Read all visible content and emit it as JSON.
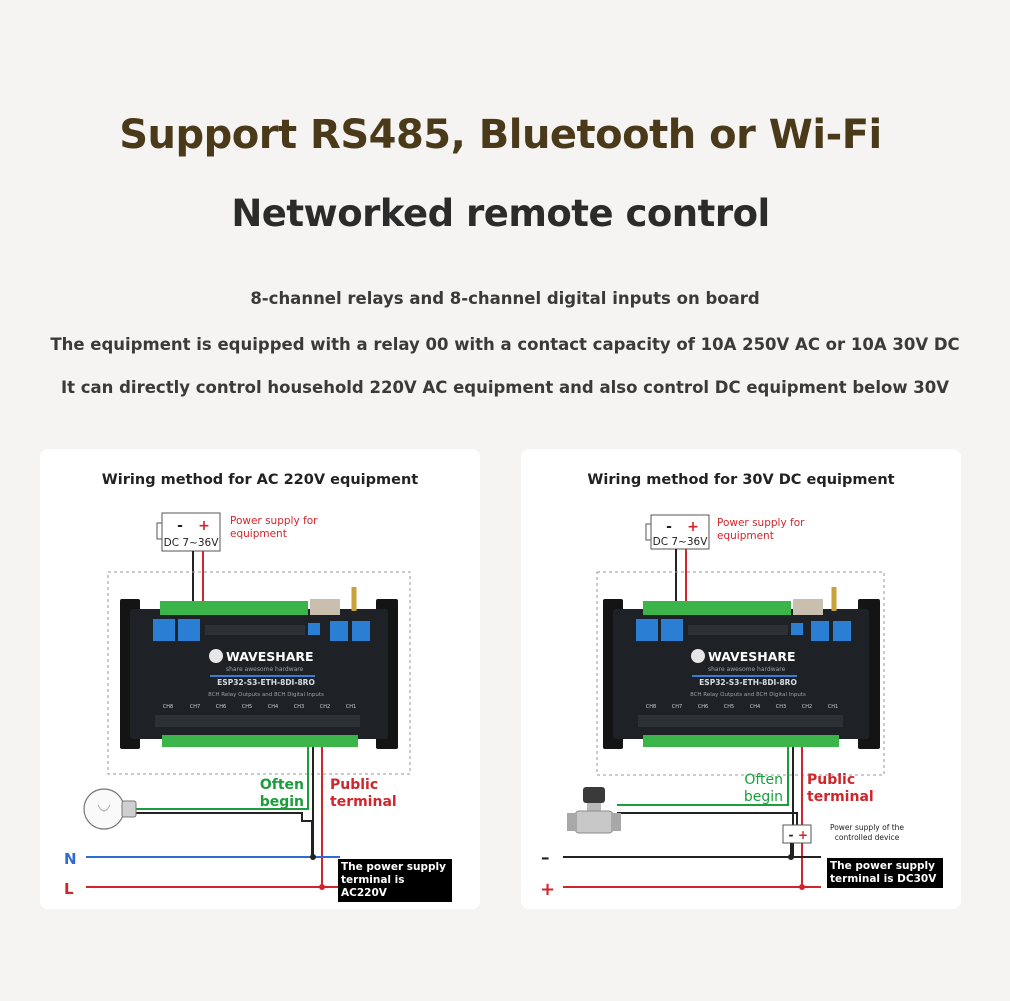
{
  "header": {
    "title": "Support RS485, Bluetooth or Wi-Fi",
    "subtitle": "Networked remote control"
  },
  "features": [
    "8-channel relays and 8-channel digital inputs on board",
    "The equipment is equipped with a relay 00 with a contact capacity of 10A 250V AC or 10A 30V DC",
    "It can directly control household 220V AC equipment and also control DC equipment below 30V"
  ],
  "device": {
    "brand": "WAVESHARE",
    "tagline": "share awesome hardware",
    "model": "ESP32-S3-ETH-8DI-8RO",
    "description": "8CH Relay Outputs and 8CH Digital Inputs",
    "channels": [
      "CH8",
      "CH7",
      "CH6",
      "CH5",
      "CH4",
      "CH3",
      "CH2",
      "CH1"
    ]
  },
  "colors": {
    "often_begin": "#1a9e3c",
    "public_terminal": "#d0262b",
    "neutral_line": "#2f6bd6",
    "live_line": "#d0262b",
    "title_brown": "#4a3a1a"
  },
  "ac_panel": {
    "title": "Wiring method for AC 220V equipment",
    "supply_minus": "-",
    "supply_plus": "+",
    "supply_voltage": "DC 7~36V",
    "supply_note": "Power supply for equipment",
    "often_begin": "Often begin",
    "public_terminal": "Public terminal",
    "line_n": "N",
    "line_l": "L",
    "terminal_note": "The power supply terminal is AC220V",
    "load_icon": "light-bulb-icon"
  },
  "dc_panel": {
    "title": "Wiring method for 30V DC equipment",
    "supply_minus": "-",
    "supply_plus": "+",
    "supply_voltage": "DC 7~36V",
    "supply_note": "Power supply for equipment",
    "often_begin": "Often begin",
    "public_terminal": "Public terminal",
    "device_supply_minus": "-",
    "device_supply_plus": "+",
    "device_supply_note": "Power supply of the controlled device",
    "line_minus": "–",
    "line_plus": "+",
    "terminal_note": "The power supply terminal is DC30V",
    "load_icon": "solenoid-valve-icon"
  }
}
